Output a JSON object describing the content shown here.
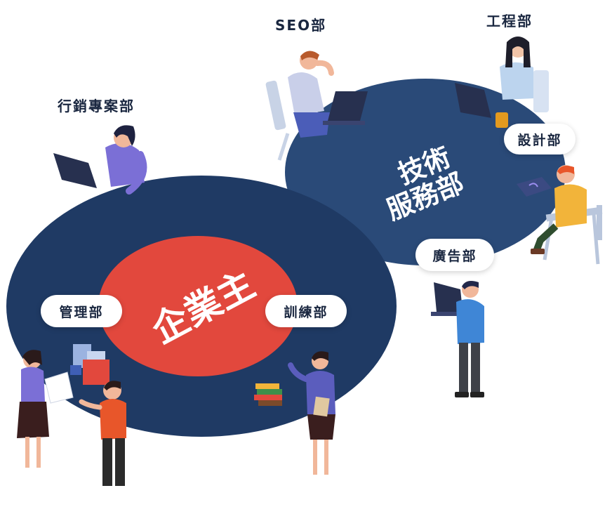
{
  "labels": {
    "center": "企業主",
    "tech_line1": "技術",
    "tech_line2": "服務部",
    "seo": "SEO部",
    "engineering": "工程部",
    "marketing": "行銷專案部",
    "design": "設計部",
    "advertising": "廣告部",
    "management": "管理部",
    "training": "訓練部"
  },
  "colors": {
    "outer_circle": "#1f3a64",
    "tech_circle": "#2a4a78",
    "center_circle": "#e2483d",
    "text_dark": "#1a2740",
    "white": "#ffffff",
    "accent_purple": "#7b6fd6",
    "accent_orange": "#e8562a",
    "accent_yellow": "#f2b43a",
    "accent_blue": "#3f86d6"
  }
}
